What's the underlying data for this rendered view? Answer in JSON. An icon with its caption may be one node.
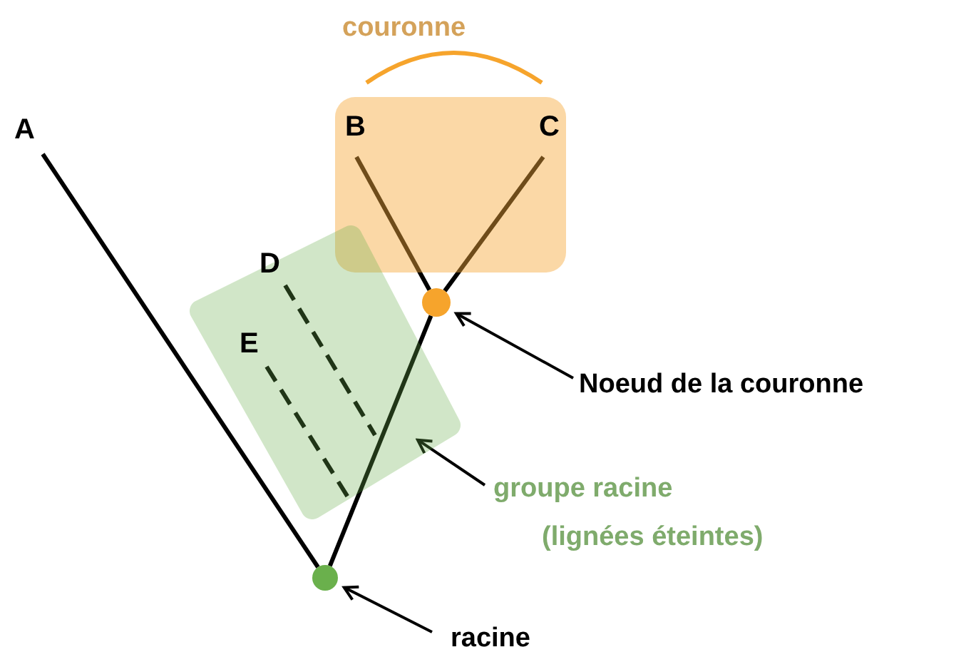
{
  "diagram": {
    "nodes": [
      {
        "text": [
          "A"
        ]
      },
      {
        "text": [],
        "shape": "box"
      },
      {
        "text": [
          "B"
        ],
        "in": 1
      },
      {
        "text": [
          "C"
        ],
        "in": 1
      },
      {
        "text": [],
        "shape": "box"
      },
      {
        "text": [
          "D"
        ],
        "in": 4
      },
      {
        "text": [
          "E"
        ],
        "in": 4
      },
      {
        "text": [],
        "shape": "circle"
      },
      {
        "text": [],
        "shape": "circle"
      },
      {
        "text": [
          "Noeud de la couronne"
        ]
      },
      {
        "text": [
          "groupe racine (lignées éteintes)"
        ]
      },
      {
        "text": [
          "racine"
        ]
      }
    ],
    "edges": [
      {
        "from": 8,
        "to": 0,
        "arrow": "none"
      },
      {
        "from": 8,
        "to": 7,
        "arrow": "none"
      },
      {
        "from": 7,
        "to": 2,
        "arrow": "none"
      },
      {
        "from": 7,
        "to": 3,
        "arrow": "none"
      },
      {
        "from": 5,
        "to": null,
        "arrow": "none",
        "style": "dashed"
      },
      {
        "from": 6,
        "to": null,
        "arrow": "none",
        "style": "dashed"
      },
      {
        "from": 9,
        "to": 7,
        "arrow": "to"
      },
      {
        "from": 10,
        "to": 4,
        "arrow": "to"
      },
      {
        "from": 11,
        "to": 8,
        "arrow": "to"
      }
    ],
    "labels": [
      "couronne"
    ]
  }
}
